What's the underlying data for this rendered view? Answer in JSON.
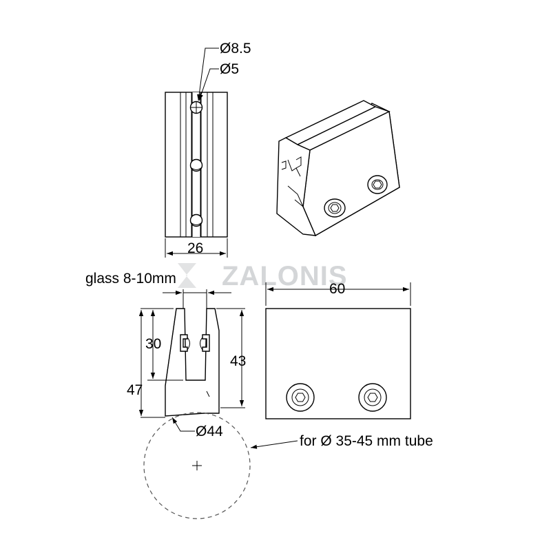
{
  "watermark": {
    "text": "ZALONIS"
  },
  "labels": {
    "dia_hole_outer": "Ø8.5",
    "dia_hole_inner": "Ø5",
    "width_26": "26",
    "glass": "glass 8-10mm",
    "length_60": "60",
    "height_30": "30",
    "height_47": "47",
    "height_43": "43",
    "dia_tube": "Ø44",
    "tube_range": "for Ø 35-45 mm tube"
  },
  "colors": {
    "line": "#000000",
    "watermark": "#d4d6d8",
    "dashed": "#555555"
  }
}
